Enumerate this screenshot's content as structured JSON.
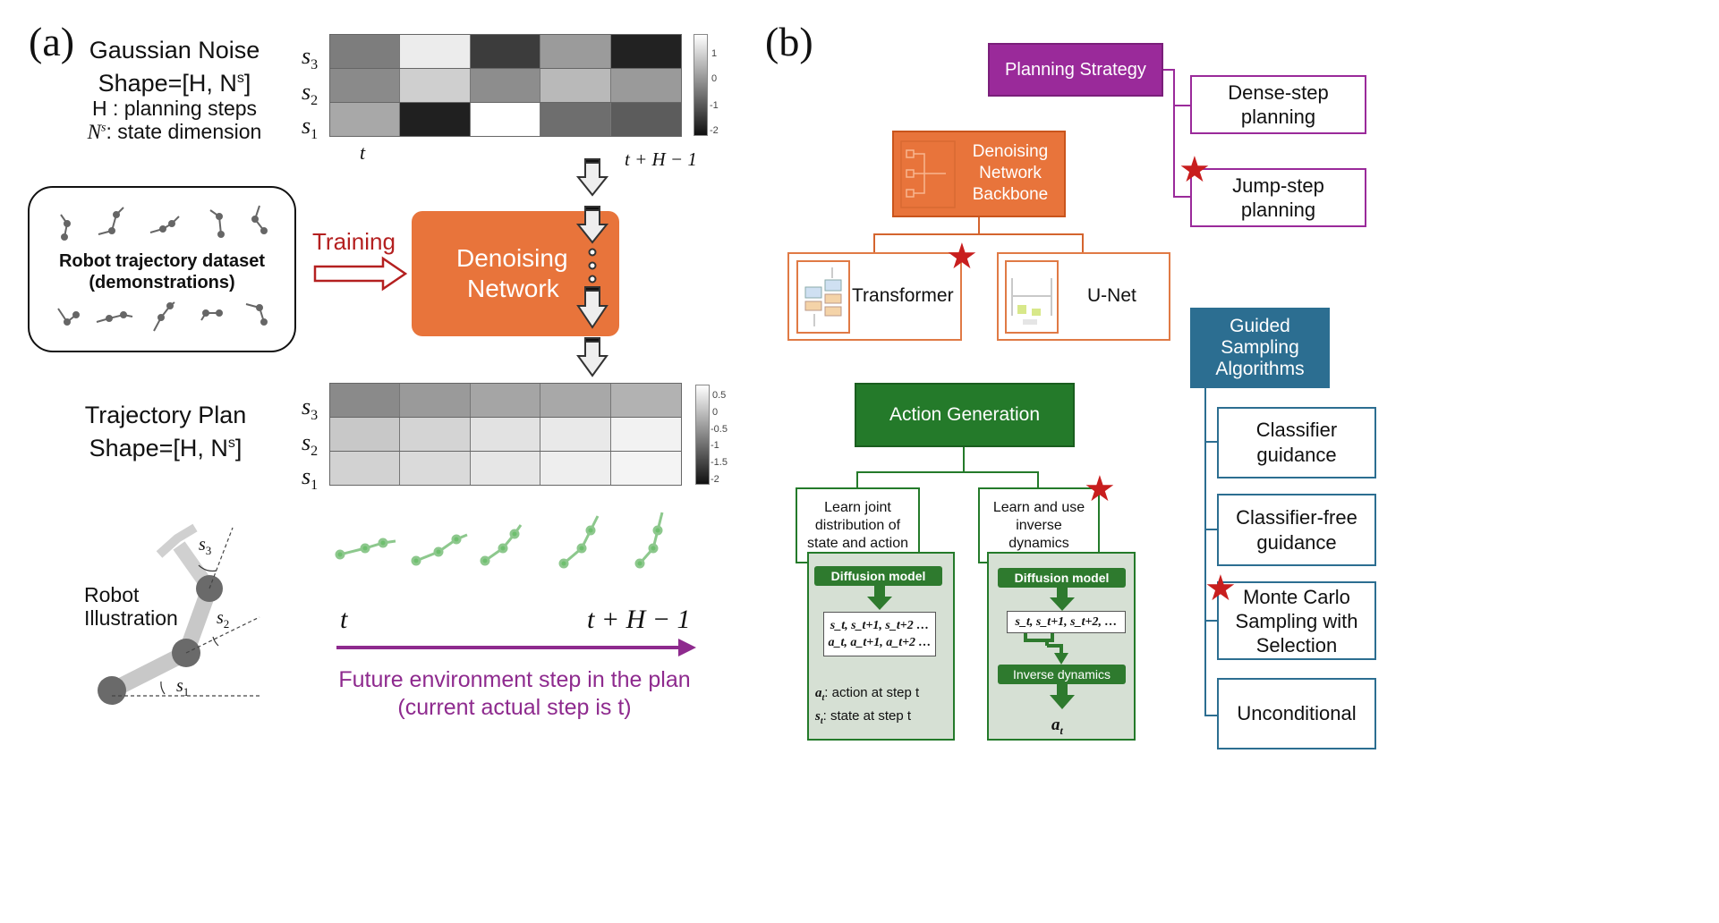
{
  "panel_a": {
    "label": "(a)",
    "noise_title_1": "Gaussian Noise",
    "noise_title_2": "Shape=[H, N",
    "noise_title_2_sup": "s",
    "noise_title_2_end": "]",
    "h_def": "H : planning steps",
    "ns_def_sym": "N",
    "ns_def_sup": "s",
    "ns_def_text": ": state dimension",
    "row_labels": [
      "s3",
      "s2",
      "s1"
    ],
    "row_labels_sub": [
      "3",
      "2",
      "1"
    ],
    "heatmap_top_x_start": "t",
    "heatmap_top_x_end": "t + H − 1",
    "colorbar_top_ticks": [
      "1",
      "0",
      "-1",
      "-2"
    ],
    "colorbar_bottom_ticks": [
      "0.5",
      "0",
      "-0.5",
      "-1",
      "-1.5",
      "-2"
    ],
    "dataset_title_1": "Robot trajectory dataset",
    "dataset_title_2": "(demonstrations)",
    "training_label": "Training",
    "denoising_label_1": "Denoising",
    "denoising_label_2": "Network",
    "plan_title_1": "Trajectory Plan",
    "plan_title_2": "Shape=[H, N",
    "plan_title_2_sup": "s",
    "plan_title_2_end": "]",
    "robot_label_1": "Robot",
    "robot_label_2": "Illustration",
    "joint_labels": [
      "s3",
      "s2",
      "s1"
    ],
    "timeline_start": "t",
    "timeline_end": "t + H − 1",
    "future_text_1": "Future environment step in the plan",
    "future_text_2": "(current actual step is t)"
  },
  "heatmaps": {
    "top": [
      [
        "#7d7d7d",
        "#ececec",
        "#3c3c3c",
        "#9b9b9b",
        "#222222"
      ],
      [
        "#8a8a8a",
        "#cfcfcf",
        "#8d8d8d",
        "#b9b9b9",
        "#9a9a9a"
      ],
      [
        "#a8a8a8",
        "#202020",
        "#ffffff",
        "#6e6e6e",
        "#5c5c5c"
      ]
    ],
    "bottom": [
      [
        "#8a8a8a",
        "#9a9a9a",
        "#a5a5a5",
        "#a8a8a8",
        "#b2b2b2"
      ],
      [
        "#c8c8c8",
        "#d4d4d4",
        "#e2e2e2",
        "#e9e9e9",
        "#f2f2f2"
      ],
      [
        "#d2d2d2",
        "#dadada",
        "#e6e6e6",
        "#eeeeee",
        "#f4f4f4"
      ]
    ]
  },
  "panel_b": {
    "label": "(b)",
    "planning_strategy": "Planning Strategy",
    "dense_step_1": "Dense-step",
    "dense_step_2": "planning",
    "jump_step_1": "Jump-step",
    "jump_step_2": "planning",
    "backbone_1": "Denoising",
    "backbone_2": "Network",
    "backbone_3": "Backbone",
    "transformer": "Transformer",
    "unet": "U-Net",
    "guided_1": "Guided",
    "guided_2": "Sampling",
    "guided_3": "Algorithms",
    "classifier_1": "Classifier",
    "classifier_2": "guidance",
    "cfree_1": "Classifier-free",
    "cfree_2": "guidance",
    "mc_1": "Monte Carlo",
    "mc_2": "Sampling with",
    "mc_3": "Selection",
    "unconditional": "Unconditional",
    "action_generation": "Action Generation",
    "joint_1": "Learn joint",
    "joint_2": "distribution of",
    "joint_3": "state and action",
    "inverse_1": "Learn and use",
    "inverse_2": "inverse",
    "inverse_3": "dynamics",
    "diffusion_model": "Diffusion model",
    "inverse_dynamics": "Inverse dynamics",
    "joint_seq_s": "s_t, s_t+1, s_t+2 …",
    "joint_seq_a": "a_t, a_t+1, a_t+2 …",
    "inv_seq_s": "s_t, s_t+1, s_t+2, …",
    "at_def": ": action at step t",
    "st_def": ": state at step t",
    "at_out": "a_t"
  },
  "colors": {
    "orange": "#e8743b",
    "orange_dark": "#c9541c",
    "purple": "#9a2a9a",
    "teal": "#2c6e91",
    "green": "#247a2a",
    "green_dark": "#1f6d24",
    "red_star": "#c81e1e",
    "training_red": "#b42020",
    "timeline_purple": "#8e2a8e"
  }
}
